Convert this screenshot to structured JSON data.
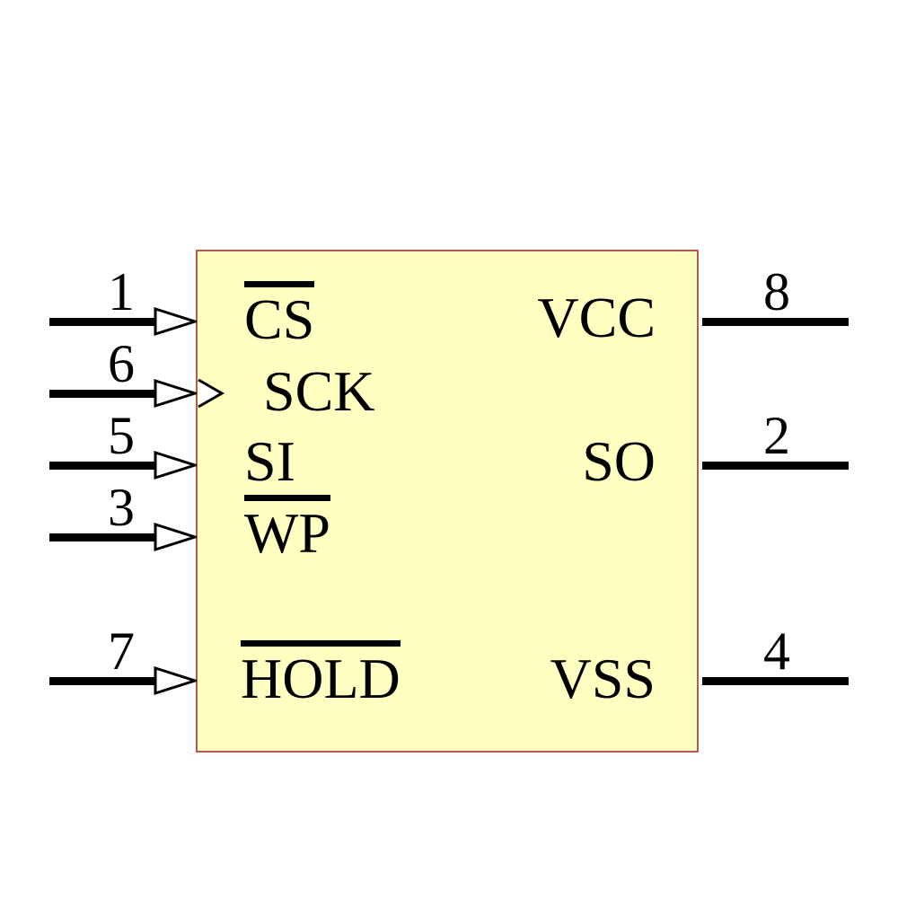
{
  "body": {
    "fill": "#FFFFC1",
    "border": "#B25A52"
  },
  "pins": {
    "left": [
      {
        "number": "1",
        "label": "CS",
        "overline": true,
        "clock": false
      },
      {
        "number": "6",
        "label": "SCK",
        "overline": false,
        "clock": true
      },
      {
        "number": "5",
        "label": "SI",
        "overline": false,
        "clock": false
      },
      {
        "number": "3",
        "label": "WP",
        "overline": true,
        "clock": false
      },
      {
        "number": "7",
        "label": "HOLD",
        "overline": true,
        "clock": false
      }
    ],
    "right": [
      {
        "number": "8",
        "label": "VCC"
      },
      {
        "number": "2",
        "label": "SO"
      },
      {
        "number": "4",
        "label": "VSS"
      }
    ]
  }
}
